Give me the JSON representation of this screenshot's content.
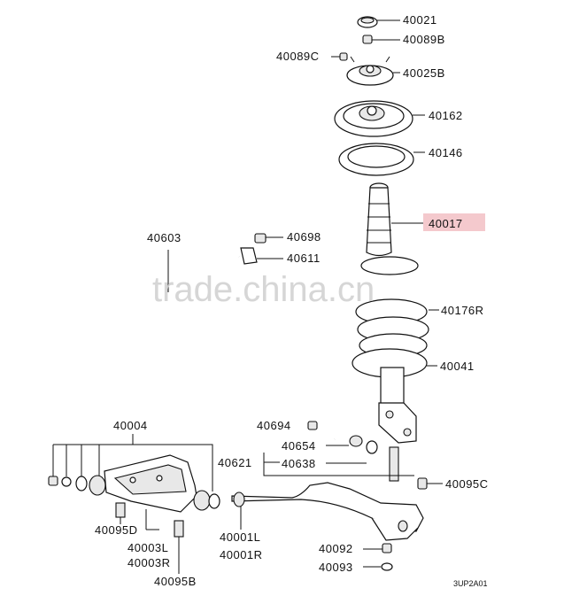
{
  "labels": {
    "p40021": "40021",
    "p40089B": "40089B",
    "p40089C": "40089C",
    "p40025B": "40025B",
    "p40162": "40162",
    "p40146": "40146",
    "p40017": "40017",
    "p40603": "40603",
    "p40698": "40698",
    "p40611": "40611",
    "p40176R": "40176R",
    "p40041": "40041",
    "p40004": "40004",
    "p40694": "40694",
    "p40654": "40654",
    "p40621": "40621",
    "p40638": "40638",
    "p40095C": "40095C",
    "p40095D": "40095D",
    "p40003L": "40003L",
    "p40003R": "40003R",
    "p40095B": "40095B",
    "p40001L": "40001L",
    "p40001R": "40001R",
    "p40092": "40092",
    "p40093": "40093",
    "diagram_code": "3UP2A01"
  },
  "watermark": "trade.china.cn",
  "highlight_color": "#f4c9cd"
}
